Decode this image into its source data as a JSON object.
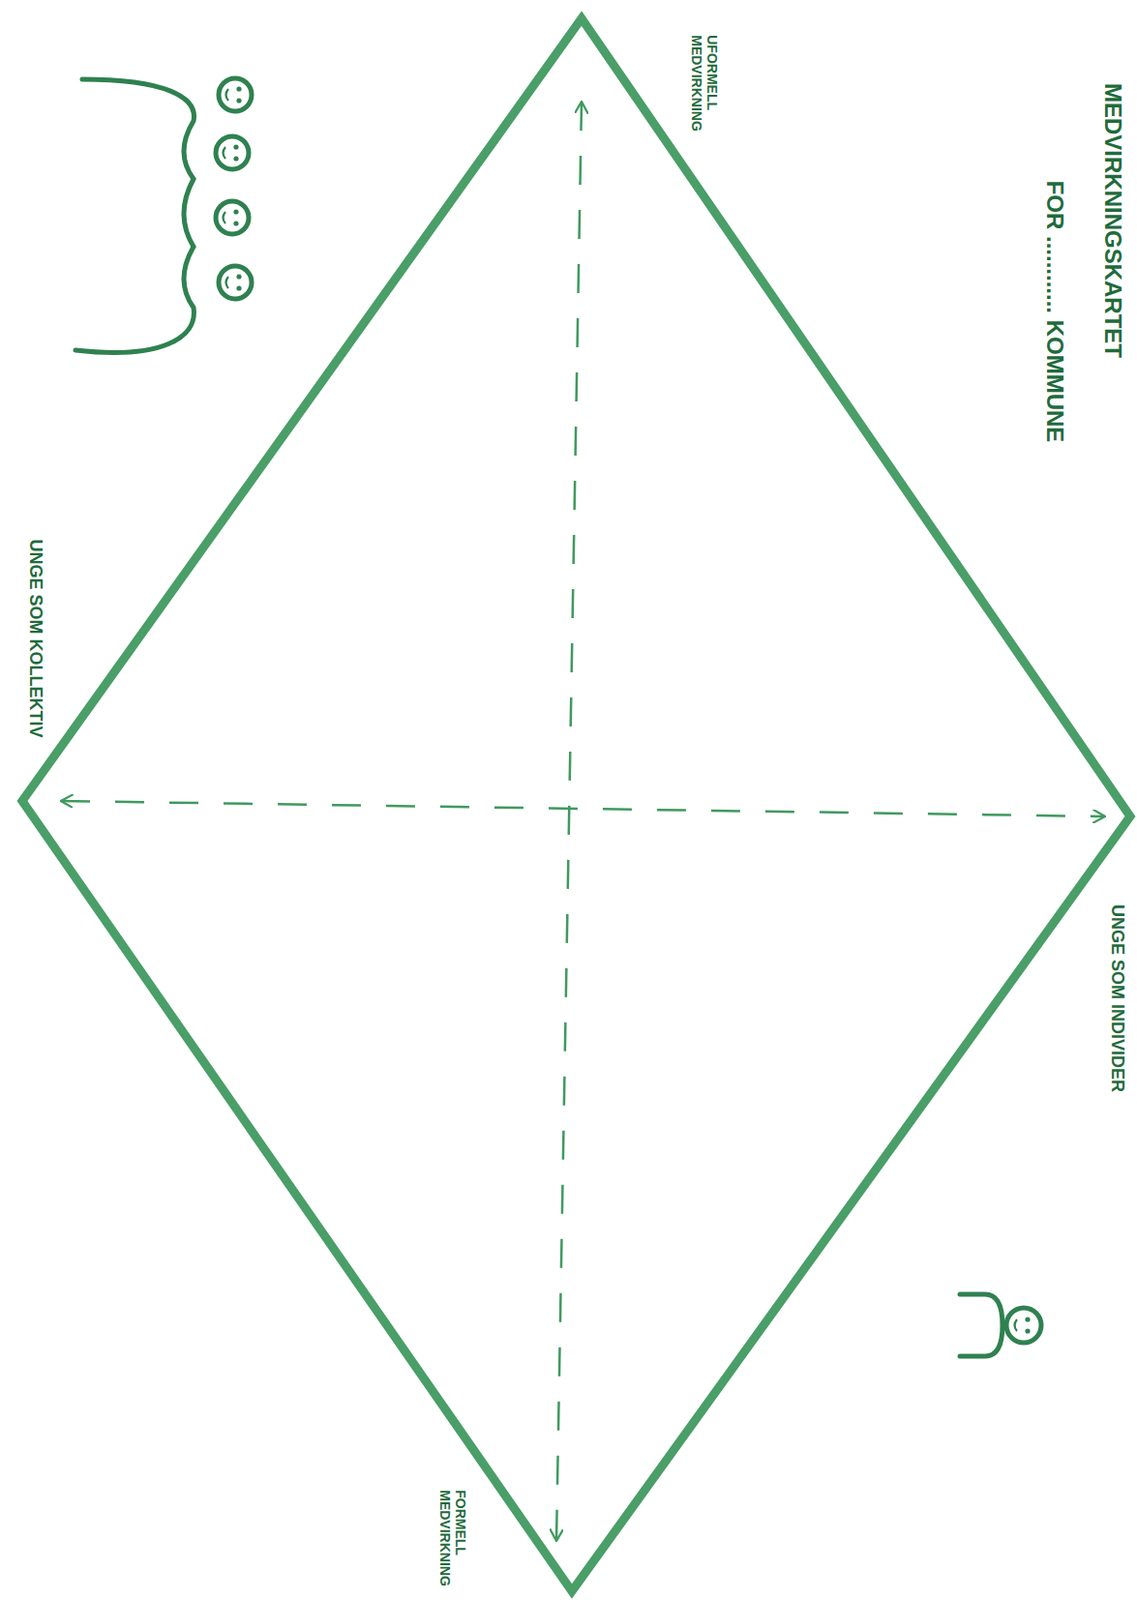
{
  "diagram": {
    "title": "MEDVIRKNINGSKARTET",
    "labels": [
      "FOR ............ KOMMUNE",
      "UFORMELL MEDVIRKNING",
      "UNGE SOM KOLLEKTIV",
      "UNGE SOM INDIVIDER",
      "FORMELL MEDVIRKNING"
    ]
  }
}
